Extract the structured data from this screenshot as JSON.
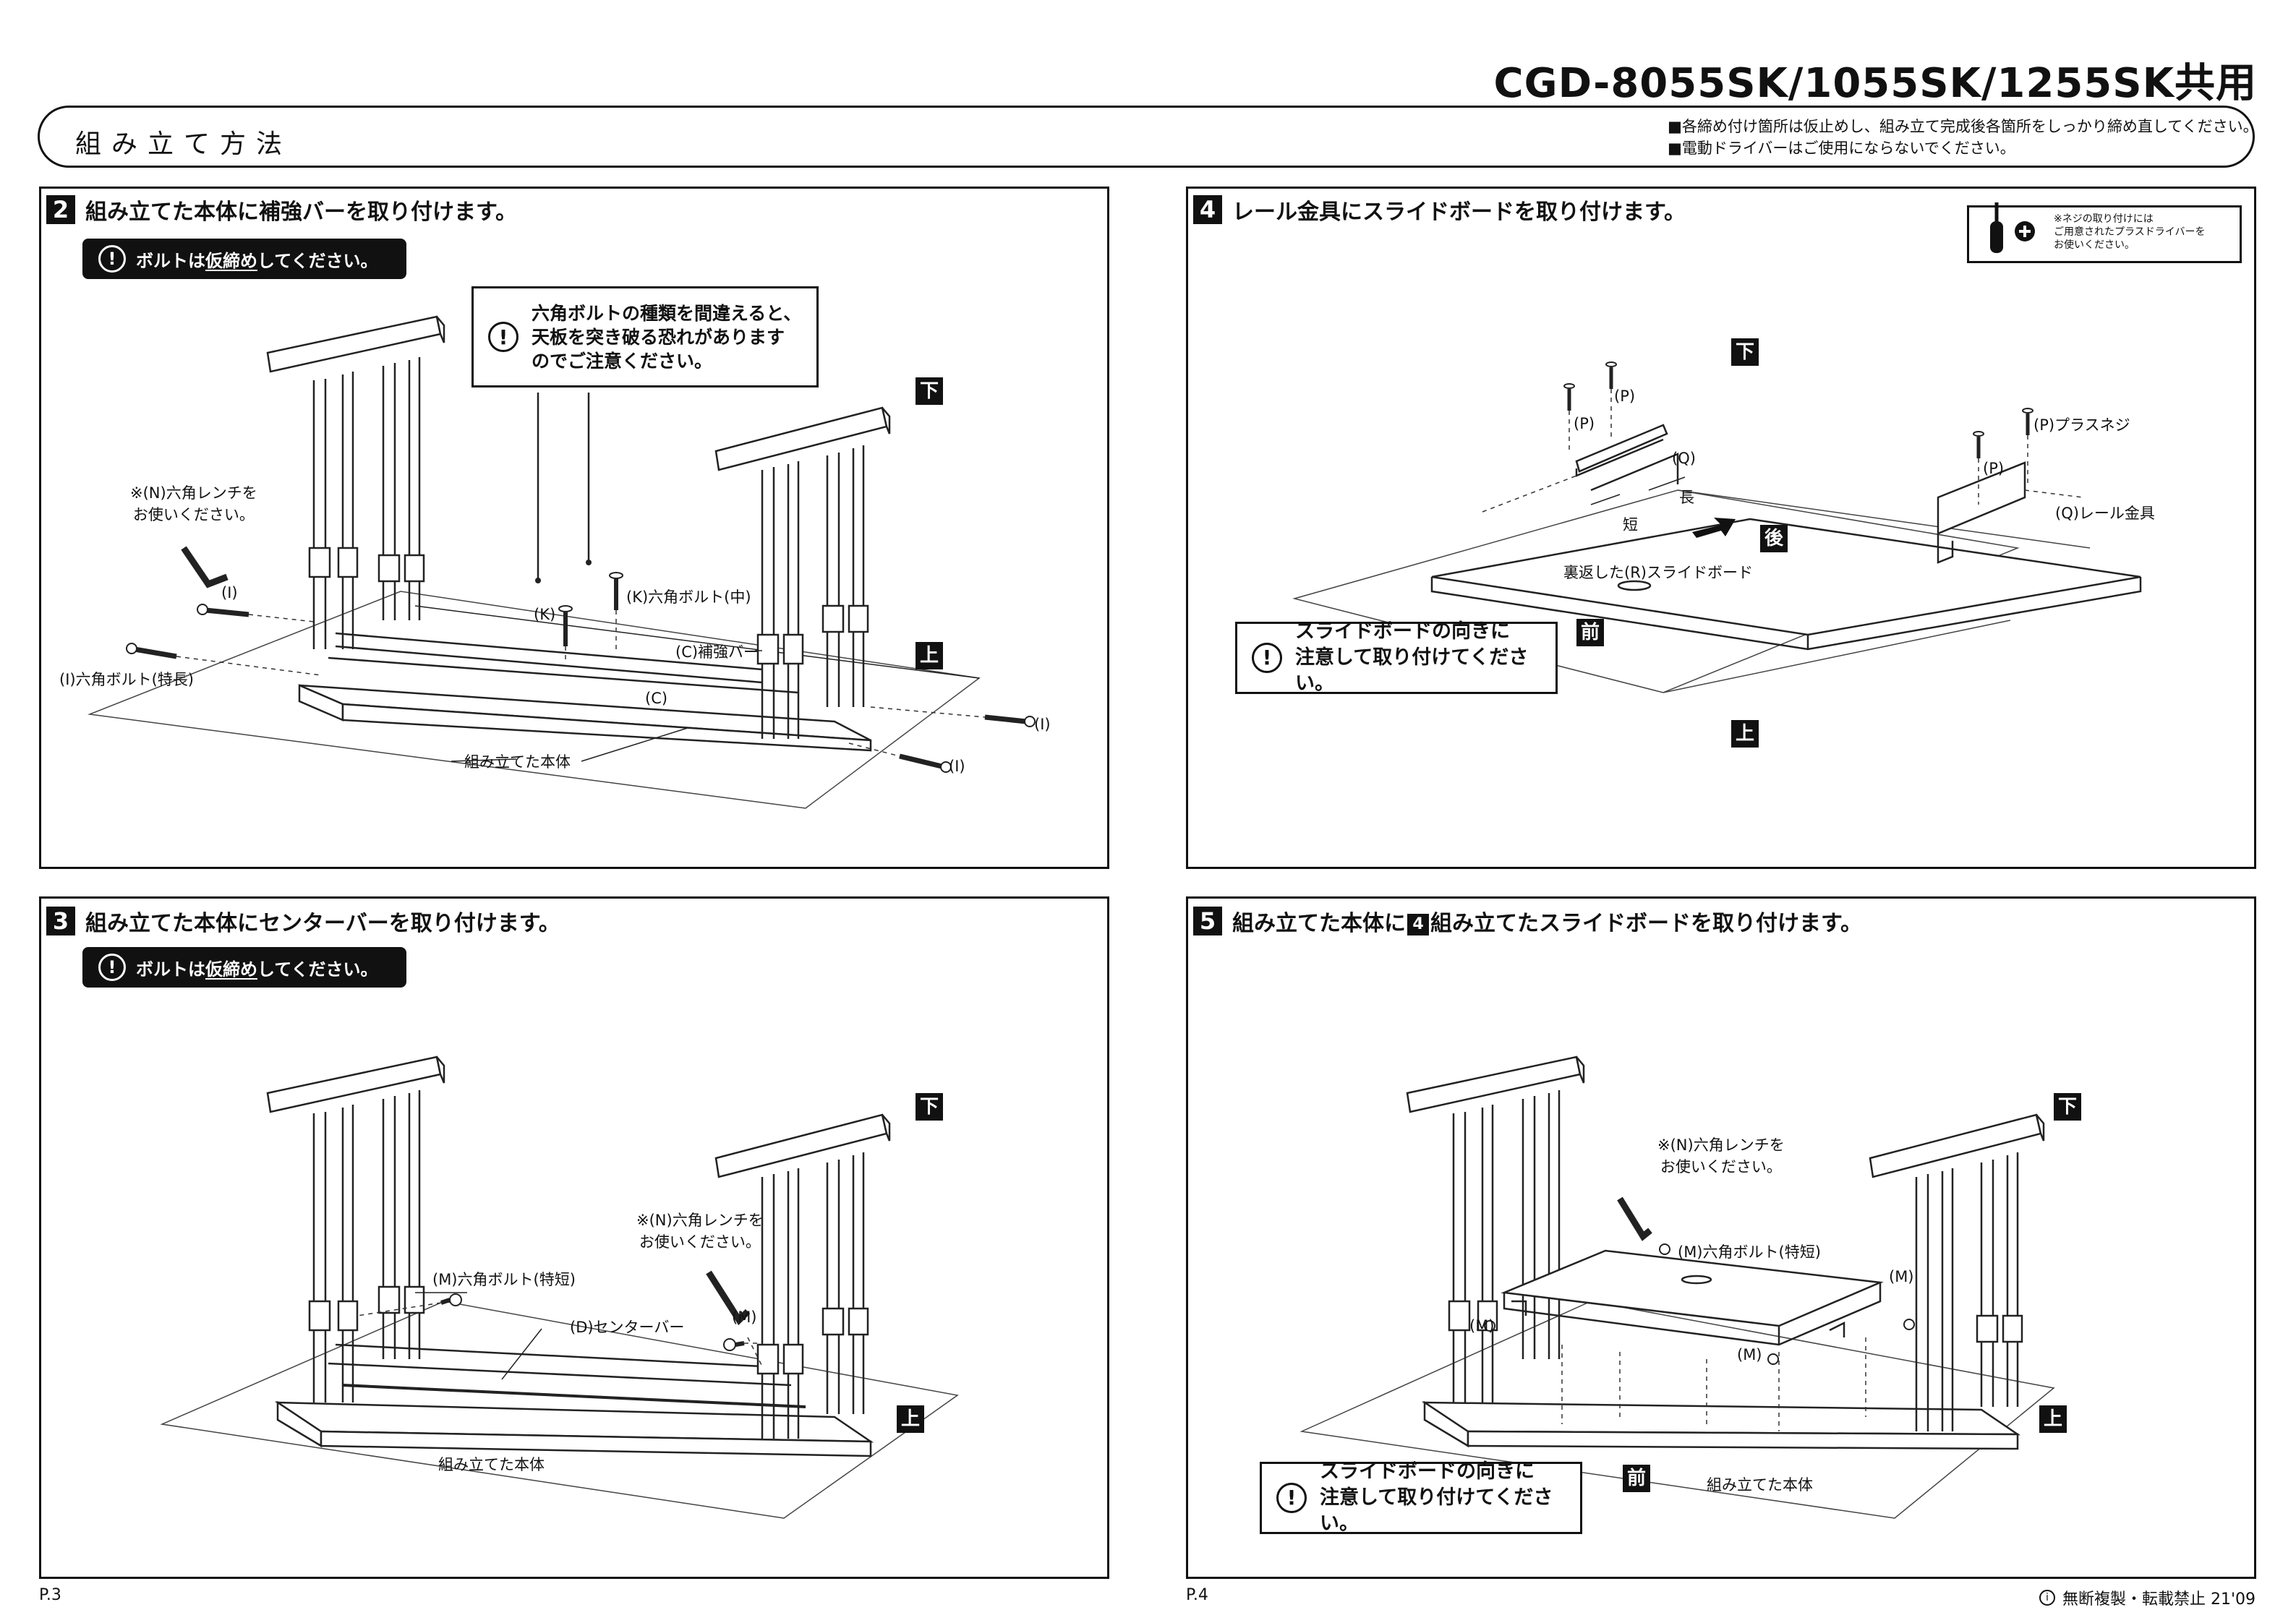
{
  "header": {
    "model": "CGD-8055SK/1055SK/1255SK共用",
    "title": "組み立て方法",
    "notes": [
      "■各締め付け箇所は仮止めし、組み立て完成後各箇所をしっかり締め直してください。",
      "■電動ドライバーはご使用にならないでください。"
    ]
  },
  "steps": {
    "s2": {
      "num": "2",
      "title": "組み立てた本体に補強バーを取り付けます。",
      "pill_pre": "ボルトは",
      "pill_ul": "仮締め",
      "pill_post": "してください。",
      "warn": [
        "六角ボルトの種類を間違えると、",
        "天板を突き破る恐れがあります",
        "のでご注意ください。"
      ],
      "labels": {
        "wrench": [
          "※(N)六角レンチを",
          "お使いください。"
        ],
        "i_small": "(I)",
        "i_long": "(I)六角ボルト(特長)",
        "k": "(K)",
        "k_mid": "(K)六角ボルト(中)",
        "c_bar": "(C)補強バー",
        "c": "(C)",
        "body": "組み立てた本体",
        "i_r1": "(I)",
        "i_r2": "(I)",
        "down": "下",
        "up": "上"
      }
    },
    "s3": {
      "num": "3",
      "title": "組み立てた本体にセンターバーを取り付けます。",
      "pill_pre": "ボルトは",
      "pill_ul": "仮締め",
      "pill_post": "してください。",
      "labels": {
        "m_short": "(M)六角ボルト(特短)",
        "d_bar": "(D)センターバー",
        "wrench": [
          "※(N)六角レンチを",
          "お使いください。"
        ],
        "m": "(M)",
        "body": "組み立てた本体",
        "down": "下",
        "up": "上"
      }
    },
    "s4": {
      "num": "4",
      "title": "レール金具にスライドボードを取り付けます。",
      "driver_note": [
        "※ネジの取り付けには",
        "ご用意されたプラスドライバーを",
        "お使いください。"
      ],
      "warn": [
        "スライドボードの向きに",
        "注意して取り付けてください。"
      ],
      "labels": {
        "p1": "(P)",
        "p2": "(P)",
        "p3": "(P)",
        "p_screw": "(P)プラスネジ",
        "q": "(Q)",
        "q_rail": "(Q)レール金具",
        "long": "長",
        "short": "短",
        "board": "裏返した(R)スライドボード",
        "back": "後",
        "front": "前",
        "down": "下",
        "up": "上"
      }
    },
    "s5": {
      "num": "5",
      "title_pre": "組み立てた本体に",
      "title_ref": "4",
      "title_post": "組み立てたスライドボードを取り付けます。",
      "warn": [
        "スライドボードの向きに",
        "注意して取り付けてください。"
      ],
      "labels": {
        "wrench": [
          "※(N)六角レンチを",
          "お使いください。"
        ],
        "m_short": "(M)六角ボルト(特短)",
        "m1": "(M)",
        "m2": "(M)",
        "m3": "(M)",
        "front": "前",
        "body": "組み立てた本体",
        "down": "下",
        "up": "上"
      }
    }
  },
  "footer": {
    "left": "P.3",
    "right": "P.4",
    "copyright_icon": "i",
    "copyright": "無断複製・転載禁止 21'09"
  }
}
